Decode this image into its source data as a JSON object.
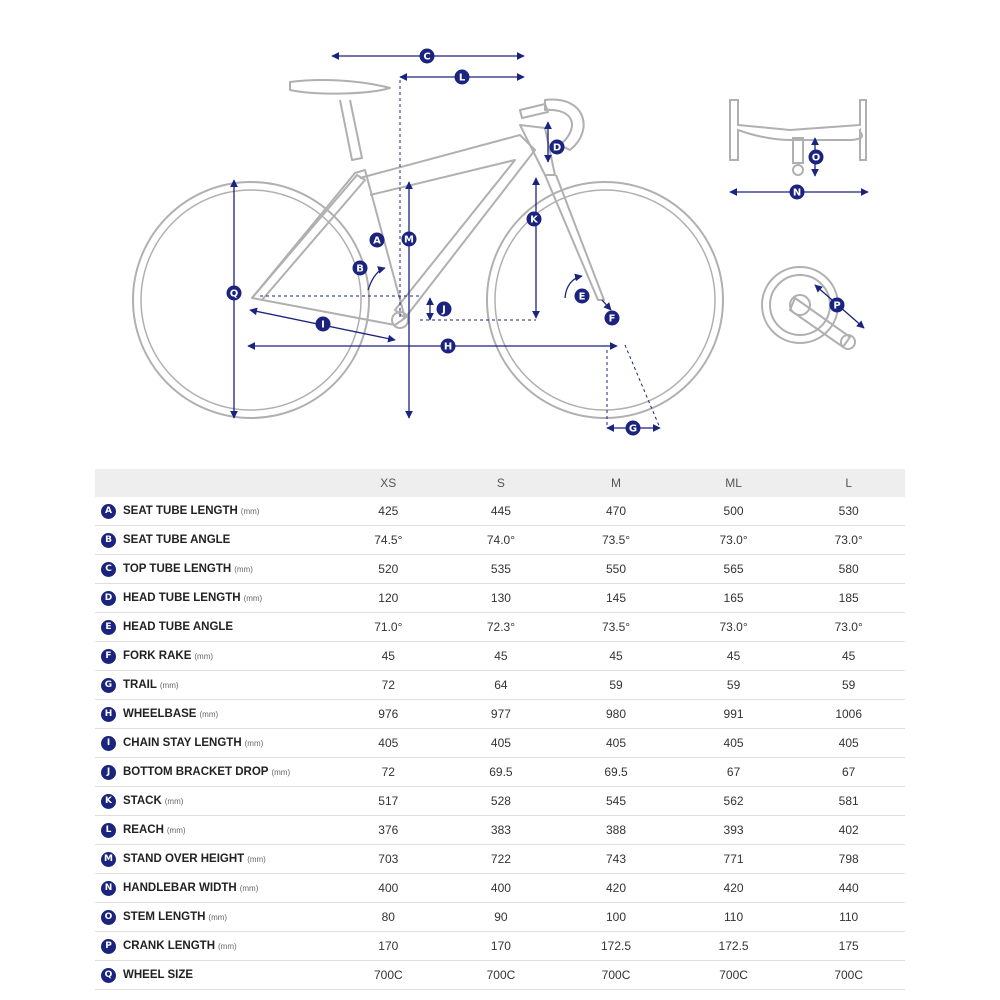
{
  "diagram": {
    "badges": [
      "A",
      "B",
      "C",
      "D",
      "E",
      "F",
      "G",
      "H",
      "I",
      "J",
      "K",
      "L",
      "M",
      "N",
      "O",
      "P",
      "Q"
    ],
    "accent_color": "#1a237e",
    "line_color": "#b0b0b0"
  },
  "table": {
    "sizes": [
      "XS",
      "S",
      "M",
      "ML",
      "L"
    ],
    "rows": [
      {
        "key": "A",
        "name": "SEAT TUBE LENGTH",
        "unit": "(mm)",
        "values": [
          "425",
          "445",
          "470",
          "500",
          "530"
        ]
      },
      {
        "key": "B",
        "name": "SEAT TUBE ANGLE",
        "unit": "",
        "values": [
          "74.5°",
          "74.0°",
          "73.5°",
          "73.0°",
          "73.0°"
        ]
      },
      {
        "key": "C",
        "name": "TOP TUBE LENGTH",
        "unit": "(mm)",
        "values": [
          "520",
          "535",
          "550",
          "565",
          "580"
        ]
      },
      {
        "key": "D",
        "name": "HEAD TUBE LENGTH",
        "unit": "(mm)",
        "values": [
          "120",
          "130",
          "145",
          "165",
          "185"
        ]
      },
      {
        "key": "E",
        "name": "HEAD TUBE ANGLE",
        "unit": "",
        "values": [
          "71.0°",
          "72.3°",
          "73.5°",
          "73.0°",
          "73.0°"
        ]
      },
      {
        "key": "F",
        "name": "FORK RAKE",
        "unit": "(mm)",
        "values": [
          "45",
          "45",
          "45",
          "45",
          "45"
        ]
      },
      {
        "key": "G",
        "name": "TRAIL",
        "unit": "(mm)",
        "values": [
          "72",
          "64",
          "59",
          "59",
          "59"
        ]
      },
      {
        "key": "H",
        "name": "WHEELBASE",
        "unit": "(mm)",
        "values": [
          "976",
          "977",
          "980",
          "991",
          "1006"
        ]
      },
      {
        "key": "I",
        "name": "CHAIN STAY LENGTH",
        "unit": "(mm)",
        "values": [
          "405",
          "405",
          "405",
          "405",
          "405"
        ]
      },
      {
        "key": "J",
        "name": "BOTTOM BRACKET DROP",
        "unit": "(mm)",
        "values": [
          "72",
          "69.5",
          "69.5",
          "67",
          "67"
        ]
      },
      {
        "key": "K",
        "name": "STACK",
        "unit": "(mm)",
        "values": [
          "517",
          "528",
          "545",
          "562",
          "581"
        ]
      },
      {
        "key": "L",
        "name": "REACH",
        "unit": "(mm)",
        "values": [
          "376",
          "383",
          "388",
          "393",
          "402"
        ]
      },
      {
        "key": "M",
        "name": "STAND OVER HEIGHT",
        "unit": "(mm)",
        "values": [
          "703",
          "722",
          "743",
          "771",
          "798"
        ]
      },
      {
        "key": "N",
        "name": "HANDLEBAR WIDTH",
        "unit": "(mm)",
        "values": [
          "400",
          "400",
          "420",
          "420",
          "440"
        ]
      },
      {
        "key": "O",
        "name": "STEM LENGTH",
        "unit": "(mm)",
        "values": [
          "80",
          "90",
          "100",
          "110",
          "110"
        ]
      },
      {
        "key": "P",
        "name": "CRANK LENGTH",
        "unit": "(mm)",
        "values": [
          "170",
          "170",
          "172.5",
          "172.5",
          "175"
        ]
      },
      {
        "key": "Q",
        "name": "WHEEL SIZE",
        "unit": "",
        "values": [
          "700C",
          "700C",
          "700C",
          "700C",
          "700C"
        ]
      }
    ]
  }
}
